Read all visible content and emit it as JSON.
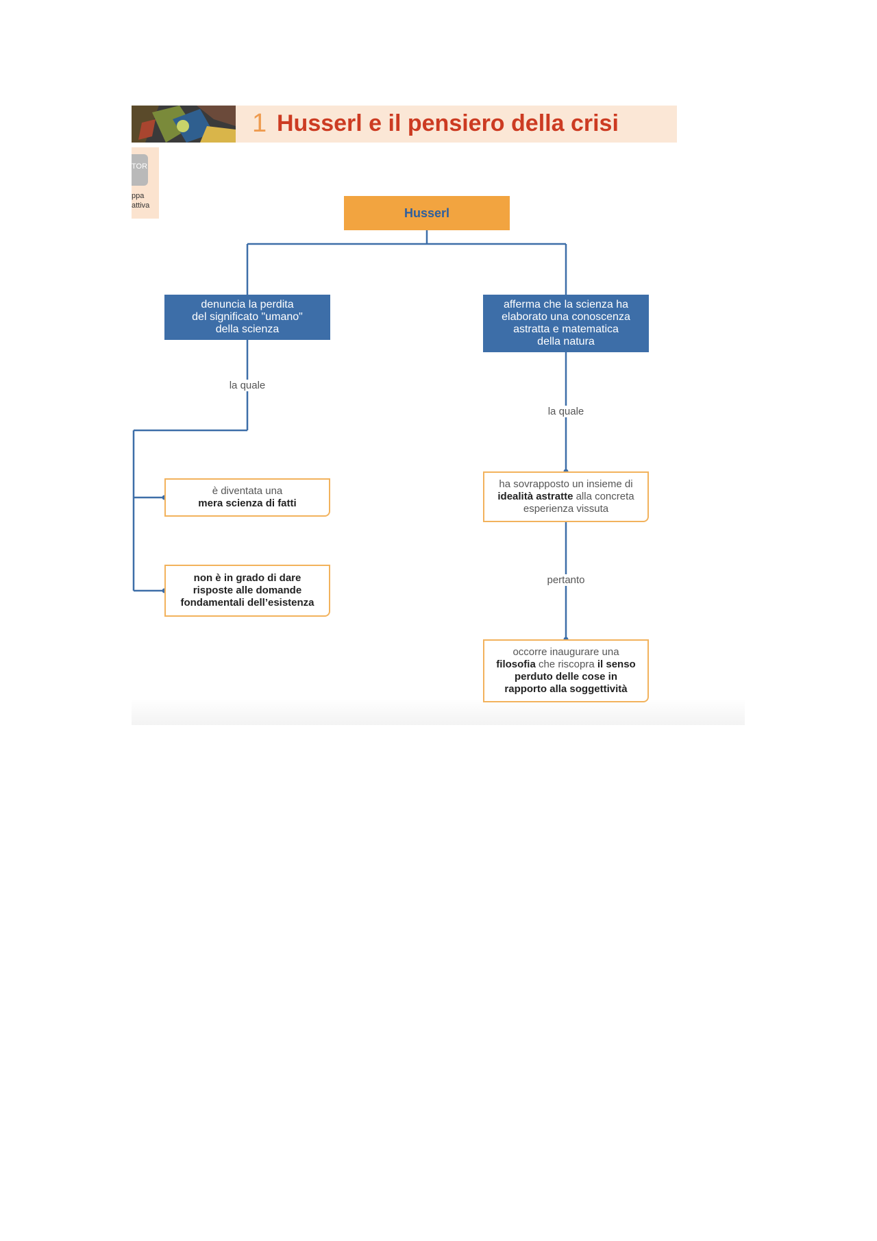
{
  "header": {
    "number": "1",
    "title": "Husserl e il pensiero della crisi"
  },
  "side_tab": {
    "icon_text": "TOR",
    "label_line1": "ppa",
    "label_line2": "attiva"
  },
  "diagram": {
    "root": "Husserl",
    "left_branch": {
      "text_lines": [
        "denuncia la perdita",
        "del significato \"umano\"",
        "della scienza"
      ],
      "edge_label": "la quale",
      "child1": {
        "line1": "è diventata una",
        "line2": "mera scienza di fatti"
      },
      "child2": {
        "line1": "non è in grado di dare",
        "line2": "risposte alle domande",
        "line3": "fondamentali dell’esistenza"
      }
    },
    "right_branch": {
      "text_lines": [
        "afferma che la scienza ha",
        "elaborato una conoscenza",
        "astratta e matematica",
        "della natura"
      ],
      "edge_label1": "la quale",
      "child1": {
        "line1": "ha sovrapposto un insieme di",
        "line2_bold": "idealità astratte",
        "line2_rest": " alla concreta",
        "line3": "esperienza vissuta"
      },
      "edge_label2": "pertanto",
      "child2": {
        "line1": "occorre inaugurare una",
        "line2_bold1": "filosofia",
        "line2_mid": " che riscopra ",
        "line2_bold2": "il senso",
        "line3": "perduto delle cose in",
        "line4": "rapporto alla soggettività"
      }
    }
  },
  "colors": {
    "root_fill": "#f2a440",
    "blue_fill": "#3d6ea8",
    "line": "#3d6ea8",
    "outline": "#f2b25c",
    "title": "#cc3b22",
    "header_band": "#fbe7d6"
  }
}
